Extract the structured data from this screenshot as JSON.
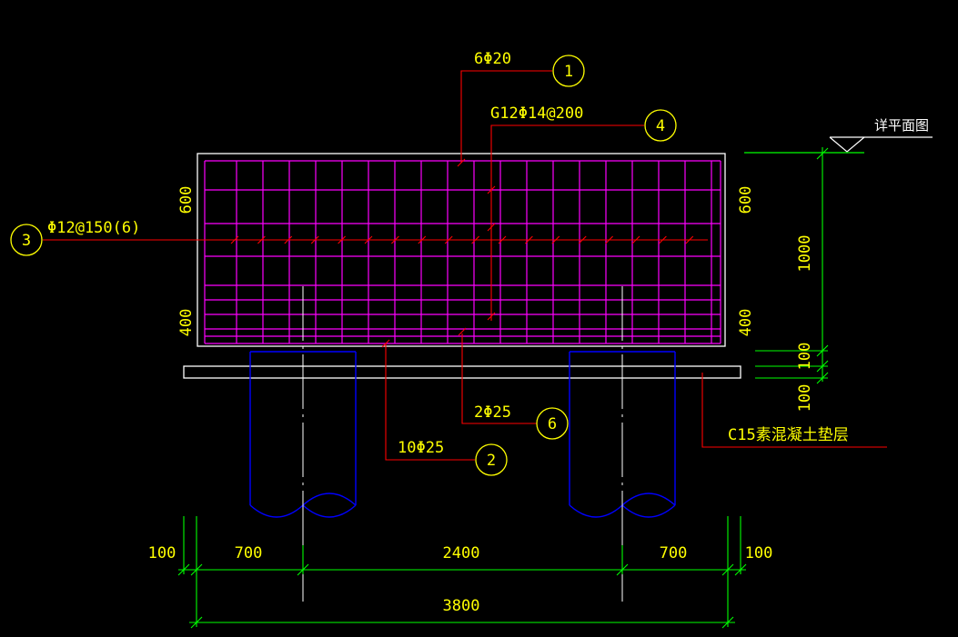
{
  "colors": {
    "background": "#000000",
    "concrete_outline": "#ffffff",
    "rebar": "#ff00ff",
    "leader": "#ff0000",
    "dimension": "#00ff00",
    "pile": "#0000ff",
    "text": "#ffff00",
    "centerline": "#ffffff"
  },
  "callouts": {
    "c1": {
      "number": "1",
      "label": "6Φ20"
    },
    "c4": {
      "number": "4",
      "label": "G12Φ14@200"
    },
    "c3": {
      "number": "3",
      "label": "Φ12@150(6)"
    },
    "c6": {
      "number": "6",
      "label": "2Φ25"
    },
    "c2": {
      "number": "2",
      "label": "10Φ25"
    }
  },
  "cushion_label": "C15素混凝土垫层",
  "elevation_label": "详平面图",
  "dims": {
    "left_top": "600",
    "left_bottom": "400",
    "right_top": "600",
    "right_bottom": "400",
    "height_total": "1000",
    "right_100_a": "100",
    "right_100_b": "100",
    "bottom_100_left": "100",
    "bottom_700_left": "700",
    "bottom_2400": "2400",
    "bottom_700_right": "700",
    "bottom_100_right": "100",
    "bottom_total": "3800"
  }
}
